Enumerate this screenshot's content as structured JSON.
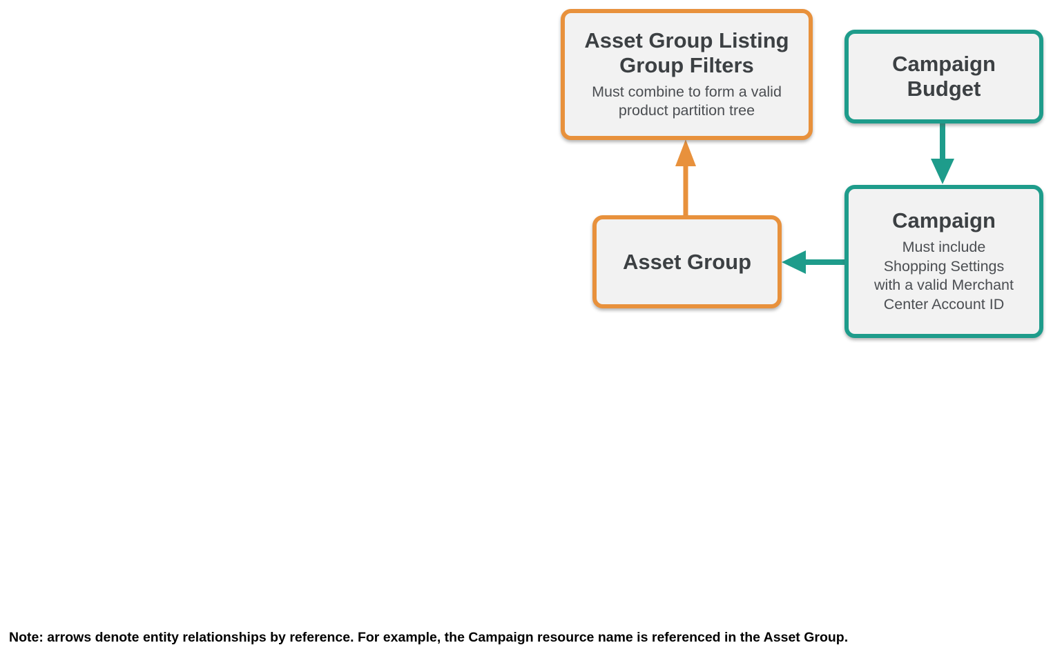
{
  "colors": {
    "orange": "#E8913C",
    "teal": "#1E9C8B",
    "box_fill": "#F2F2F2",
    "title_text": "#3C4043",
    "body_text": "#4B4E52",
    "note_text": "#000000",
    "background": "#FFFFFF"
  },
  "diagram": {
    "nodes": [
      {
        "id": "asset-group-listing-group-filters",
        "title": "Asset Group Listing\nGroup Filters",
        "subtitle": "Must combine to form a valid\nproduct partition tree",
        "color": "orange"
      },
      {
        "id": "campaign-budget",
        "title": "Campaign\nBudget",
        "subtitle": "",
        "color": "teal"
      },
      {
        "id": "asset-group",
        "title": "Asset Group",
        "subtitle": "",
        "color": "orange"
      },
      {
        "id": "campaign",
        "title": "Campaign",
        "subtitle": "Must include\nShopping Settings\nwith a valid Merchant\nCenter Account ID",
        "color": "teal"
      }
    ],
    "edges": [
      {
        "from": "asset-group",
        "to": "asset-group-listing-group-filters",
        "color": "orange",
        "direction": "up"
      },
      {
        "from": "campaign-budget",
        "to": "campaign",
        "color": "teal",
        "direction": "down"
      },
      {
        "from": "campaign",
        "to": "asset-group",
        "color": "teal",
        "direction": "left"
      }
    ]
  },
  "note": "Note: arrows denote entity relationships by reference. For example, the Campaign resource name is referenced in the Asset Group."
}
